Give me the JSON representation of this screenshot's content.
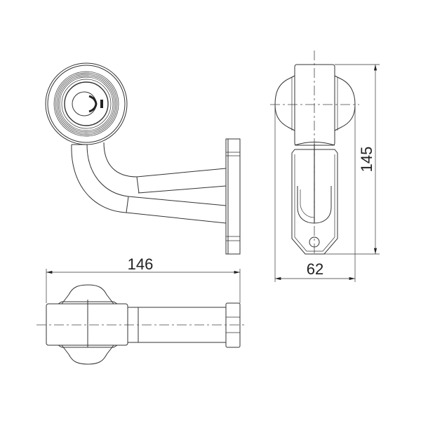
{
  "drawing": {
    "dimensions": {
      "overall_length": "146",
      "overall_height": "145",
      "overall_width": "62"
    },
    "line_color": "#333333",
    "background": "#ffffff"
  }
}
